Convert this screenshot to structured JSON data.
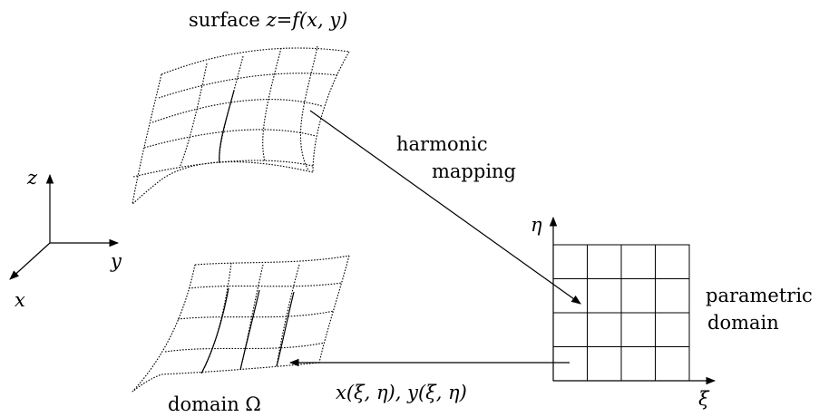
{
  "labels": {
    "surface_prefix": "surface ",
    "surface_eq": "z=f(x, y)",
    "harmonic_line1": "harmonic",
    "harmonic_line2": "mapping",
    "parametric_line1": "parametric",
    "parametric_line2": "domain",
    "domain_omega": "domain Ω",
    "mapping_back": "x(ξ, η), y(ξ, η)",
    "axis_z": "z",
    "axis_y": "y",
    "axis_x": "x",
    "param_eta": "η",
    "param_xi": "ξ"
  },
  "parametric_grid": {
    "rows": 4,
    "cols": 4
  }
}
